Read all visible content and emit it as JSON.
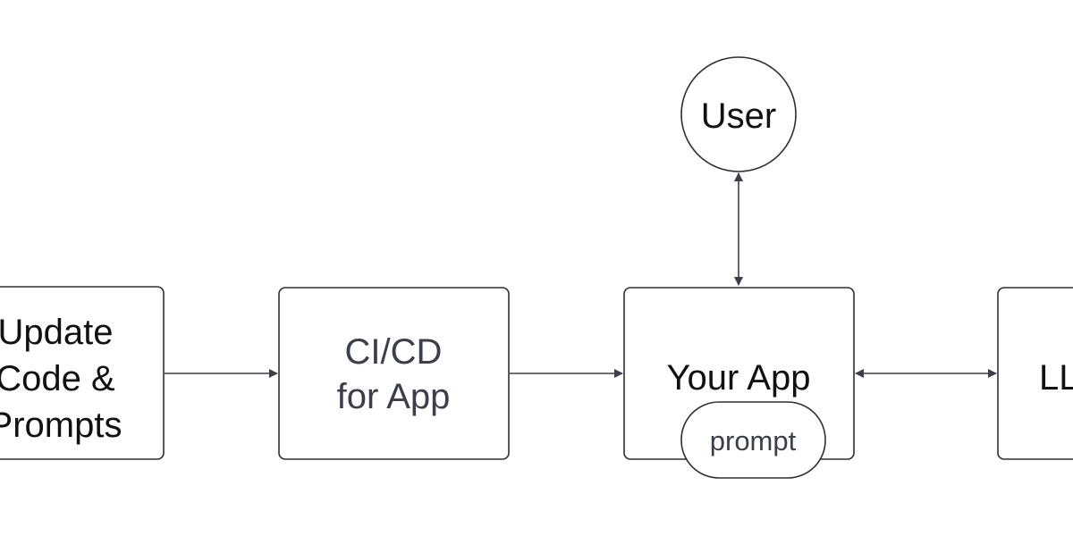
{
  "colors": {
    "background": "#ffffff",
    "stroke": "#2d2f36",
    "text_dark": "#111111",
    "text_muted": "#3b3f49",
    "arrow": "#3b3f49"
  },
  "nodes": {
    "update": {
      "lines": [
        "Update",
        "Code &",
        "Prompts"
      ]
    },
    "cicd": {
      "lines": [
        "CI/CD",
        "for App"
      ]
    },
    "app": {
      "label": "Your App"
    },
    "prompt": {
      "label": "prompt"
    },
    "user": {
      "label": "User"
    },
    "llm": {
      "label": "LLM"
    }
  },
  "edges": [
    {
      "from": "update",
      "to": "cicd",
      "direction": "forward"
    },
    {
      "from": "cicd",
      "to": "app",
      "direction": "forward"
    },
    {
      "from": "user",
      "to": "app",
      "direction": "both"
    },
    {
      "from": "app",
      "to": "llm",
      "direction": "both"
    }
  ]
}
